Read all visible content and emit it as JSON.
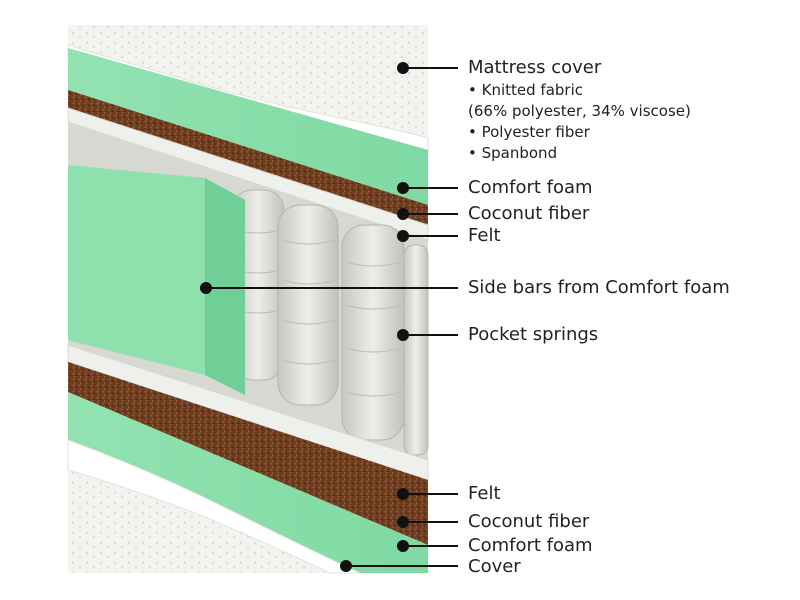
{
  "diagram": {
    "labels": {
      "mattress_cover": "Mattress cover",
      "knitted_fabric": "• Knitted fabric",
      "knitted_detail": "(66% polyester, 34% viscose)",
      "polyester_fiber": "• Polyester fiber",
      "spanbond": "• Spanbond",
      "comfort_foam_top": "Comfort foam",
      "coconut_fiber_top": "Coconut fiber",
      "felt_top": "Felt",
      "side_bars": "Side bars from Comfort foam",
      "pocket_springs": "Pocket springs",
      "felt_bottom": "Felt",
      "coconut_fiber_bottom": "Coconut fiber",
      "comfort_foam_bottom": "Comfort foam",
      "cover": "Cover"
    },
    "colors": {
      "foam": "#8fe0ae",
      "foam_dark": "#5cc588",
      "coconut": "#6b3a1e",
      "felt": "#e8ece6",
      "quilt": "#f1f1ee",
      "spring": "#d9d9d4",
      "pointer": "#111111"
    }
  }
}
